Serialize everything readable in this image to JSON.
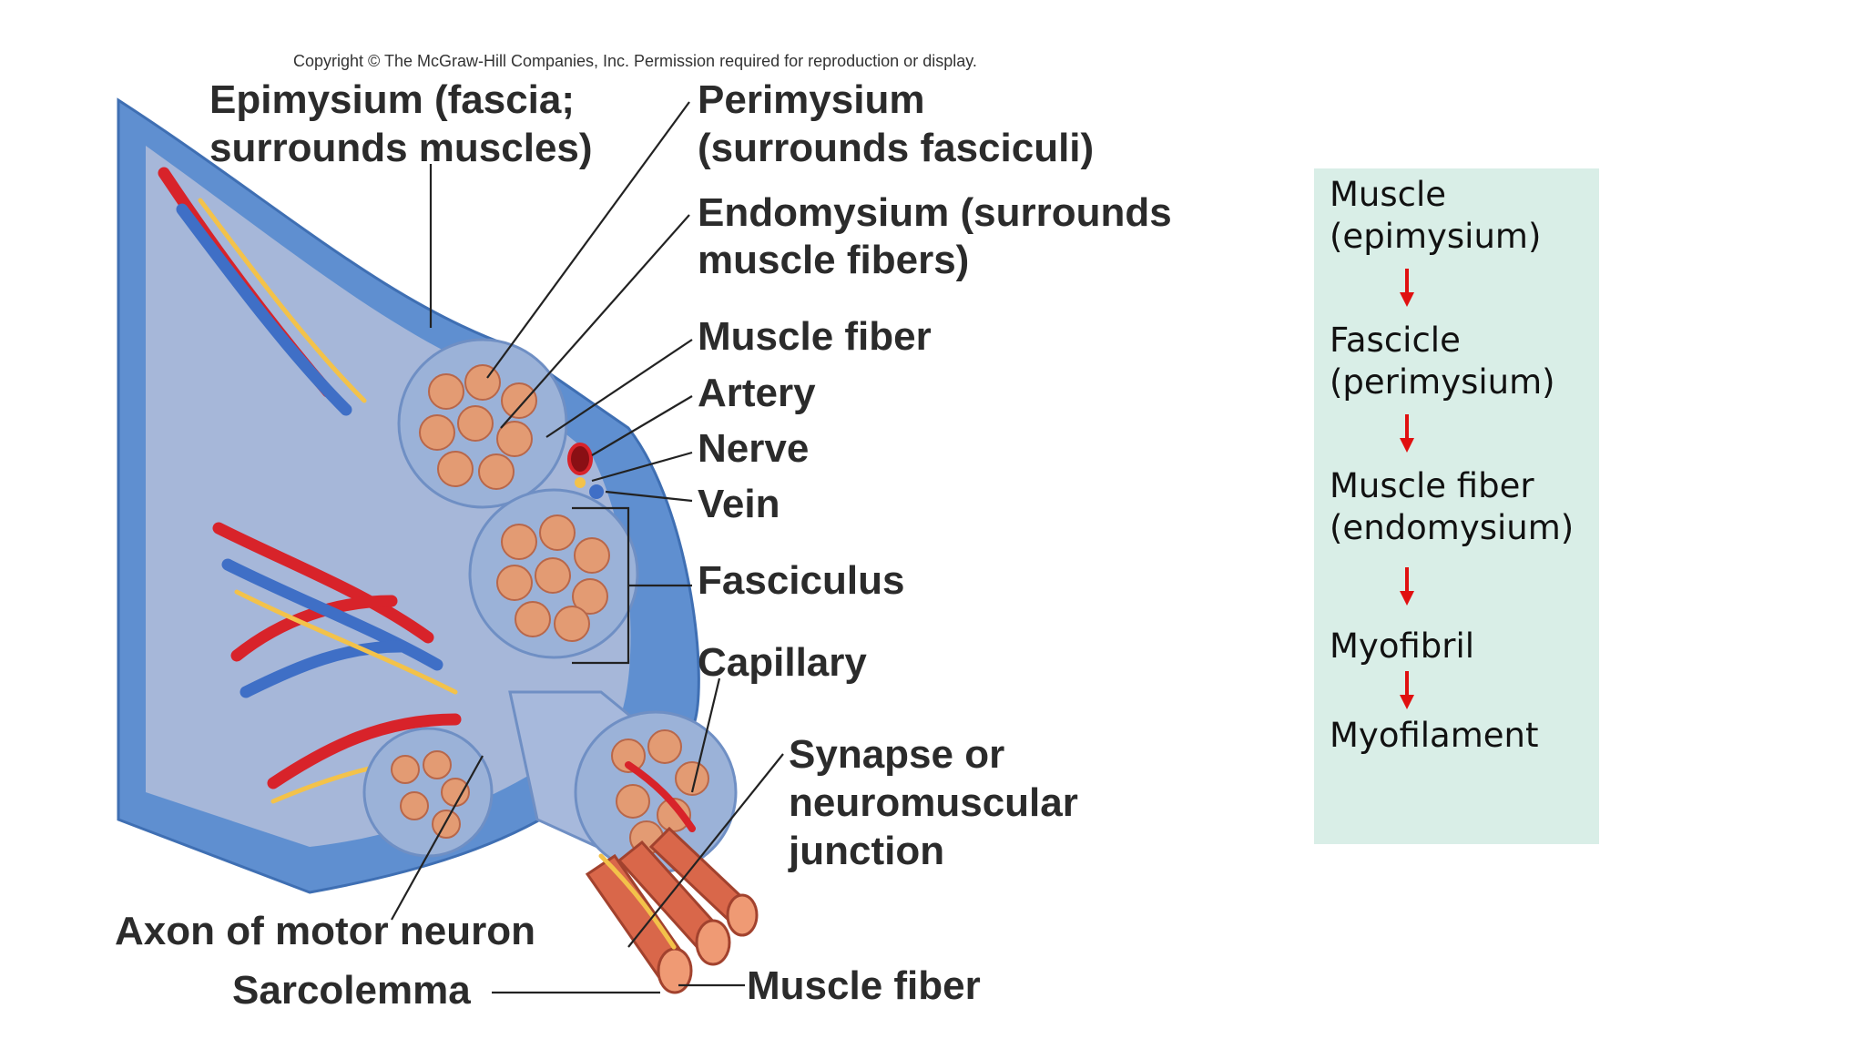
{
  "copyright": "Copyright © The McGraw-Hill Companies, Inc. Permission required for reproduction or display.",
  "labels": {
    "epimysium_1": "Epimysium (fascia;",
    "epimysium_2": "surrounds muscles)",
    "perimysium_1": "Perimysium",
    "perimysium_2": "(surrounds fasciculi)",
    "endomysium_1": "Endomysium (surrounds",
    "endomysium_2": "muscle fibers)",
    "muscle_fiber_top": "Muscle fiber",
    "artery": "Artery",
    "nerve": "Nerve",
    "vein": "Vein",
    "fasciculus": "Fasciculus",
    "capillary": "Capillary",
    "synapse_1": "Synapse or",
    "synapse_2": "neuromuscular",
    "synapse_3": "junction",
    "axon": "Axon of motor neuron",
    "sarcolemma": "Sarcolemma",
    "muscle_fiber_bottom": "Muscle fiber"
  },
  "summary": {
    "steps": [
      {
        "line1": "Muscle",
        "line2": "(epimysium)"
      },
      {
        "line1": "Fascicle",
        "line2": "(perimysium)"
      },
      {
        "line1": "Muscle fiber",
        "line2": "(endomysium)"
      },
      {
        "line1": "Myofibril",
        "line2": ""
      },
      {
        "line1": "Myofilament",
        "line2": ""
      }
    ],
    "arrow_color": "#e01010",
    "background": "#d9eee7"
  },
  "colors": {
    "epimysium": "#5f8fd0",
    "muscle_tissue": "#e39b73",
    "artery": "#d8232a",
    "vein": "#3f6fc6",
    "nerve": "#f3c24a"
  }
}
